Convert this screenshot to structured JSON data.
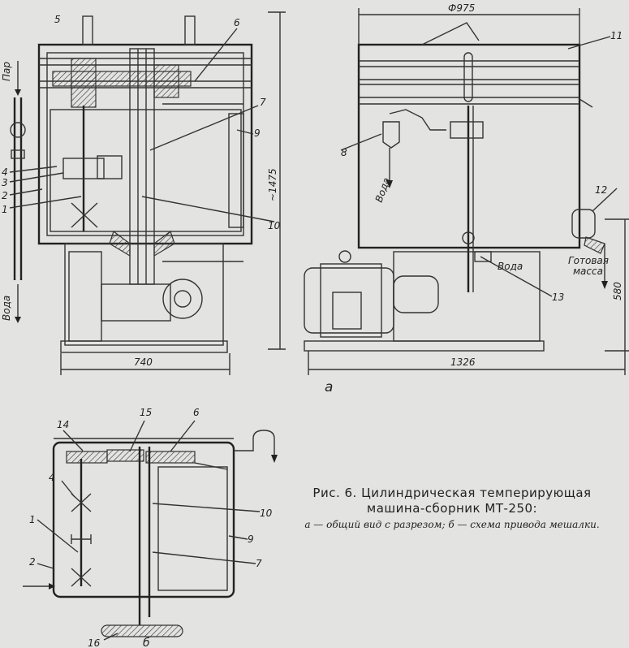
{
  "caption": {
    "title": "Рис. 6. Цилиндрическая темперирующая машина-сборник МТ-250:",
    "subtitle": "а — общий вид с разрезом; б — схема привода мешалки."
  },
  "view_a": {
    "dims": {
      "width": "740",
      "height": "~1475",
      "diameter": "Ф975",
      "length": "1326",
      "base_height": "580"
    },
    "labels": {
      "steam": "Пар",
      "water_left": "Вода",
      "water_out": "Вода",
      "water_in": "Вода",
      "product": "Готовая масса",
      "view": "а"
    },
    "numbers": [
      "5",
      "6",
      "7",
      "9",
      "10",
      "4",
      "3",
      "2",
      "1",
      "8",
      "11",
      "12",
      "13"
    ]
  },
  "view_b": {
    "numbers": [
      "14",
      "15",
      "6",
      "4",
      "1",
      "2",
      "10",
      "9",
      "7",
      "16"
    ],
    "view": "б"
  }
}
